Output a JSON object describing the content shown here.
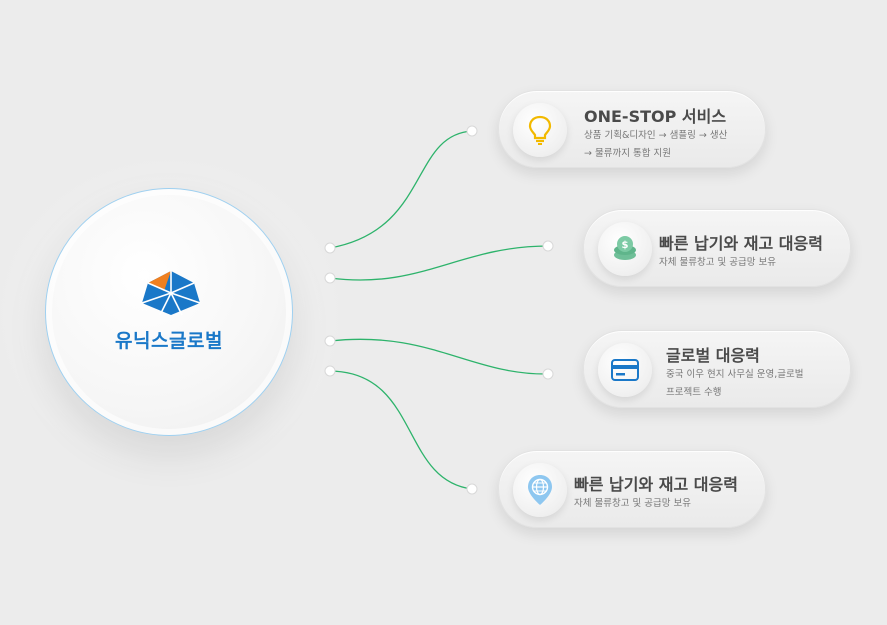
{
  "brand": {
    "name": "유닉스글로벌",
    "color": "#1a78c8",
    "accent": "#f08020"
  },
  "link_color": "#2db36b",
  "cards": [
    {
      "title": "ONE-STOP 서비스",
      "desc_line1": "상품 기획&디자인 → 샘플링 → 생산",
      "desc_line2": "→ 물류까지 통합 지원",
      "icon": "lightbulb-icon"
    },
    {
      "title": "빠른 납기와 재고 대응력",
      "desc_line1": "자체 물류창고 및 공급망 보유",
      "desc_line2": "",
      "icon": "coin-stack-icon"
    },
    {
      "title": "글로벌 대응력",
      "desc_line1": "중국 이우 현지 사무실 운영,글로벌",
      "desc_line2": "프로젝트 수행",
      "icon": "credit-card-icon"
    },
    {
      "title": "빠른 납기와 재고 대응력",
      "desc_line1": "자체 물류창고 및 공급망 보유",
      "desc_line2": "",
      "icon": "globe-pin-icon"
    }
  ]
}
